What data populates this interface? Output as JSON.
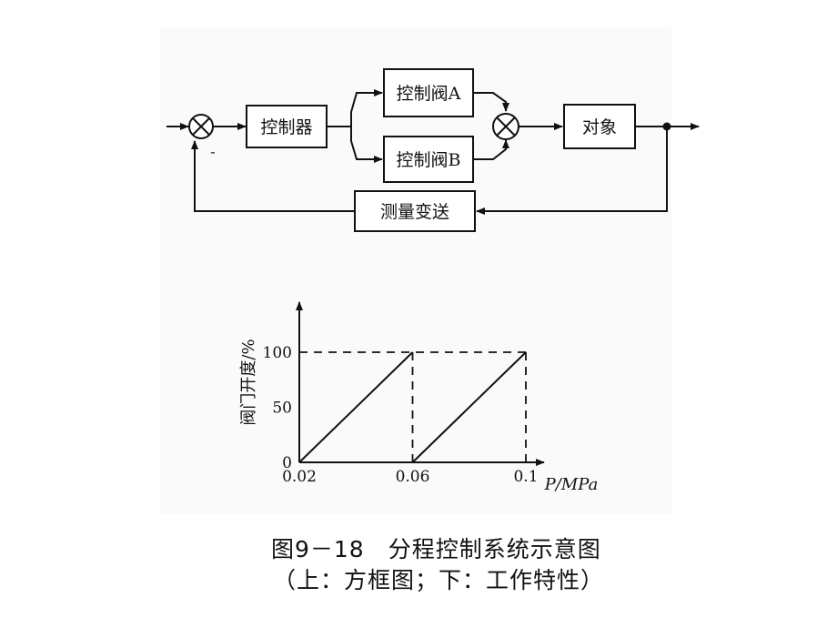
{
  "block_diagram": {
    "controller": "控制器",
    "valve_a": "控制阀A",
    "valve_b": "控制阀B",
    "process": "对象",
    "measurement": "测量变送",
    "minus_sign": "-"
  },
  "chart_data": {
    "type": "line",
    "ylabel": "阀门开度/%",
    "xlabel": "P/MPa",
    "x_ticks": [
      "0.02",
      "0.06",
      "0.1"
    ],
    "y_ticks": [
      "0",
      "50",
      "100"
    ],
    "xlim": [
      0.02,
      0.1
    ],
    "ylim": [
      0,
      100
    ],
    "series": [
      {
        "x": [
          0.02,
          0.06
        ],
        "values": [
          0,
          100
        ]
      },
      {
        "x": [
          0.06,
          0.1
        ],
        "values": [
          0,
          100
        ]
      }
    ]
  },
  "caption": {
    "line1": "图9－18　分程控制系统示意图",
    "line2": "（上：方框图；下：工作特性）"
  },
  "colors": {
    "ink": "#111111",
    "paper": "#ffffff"
  }
}
